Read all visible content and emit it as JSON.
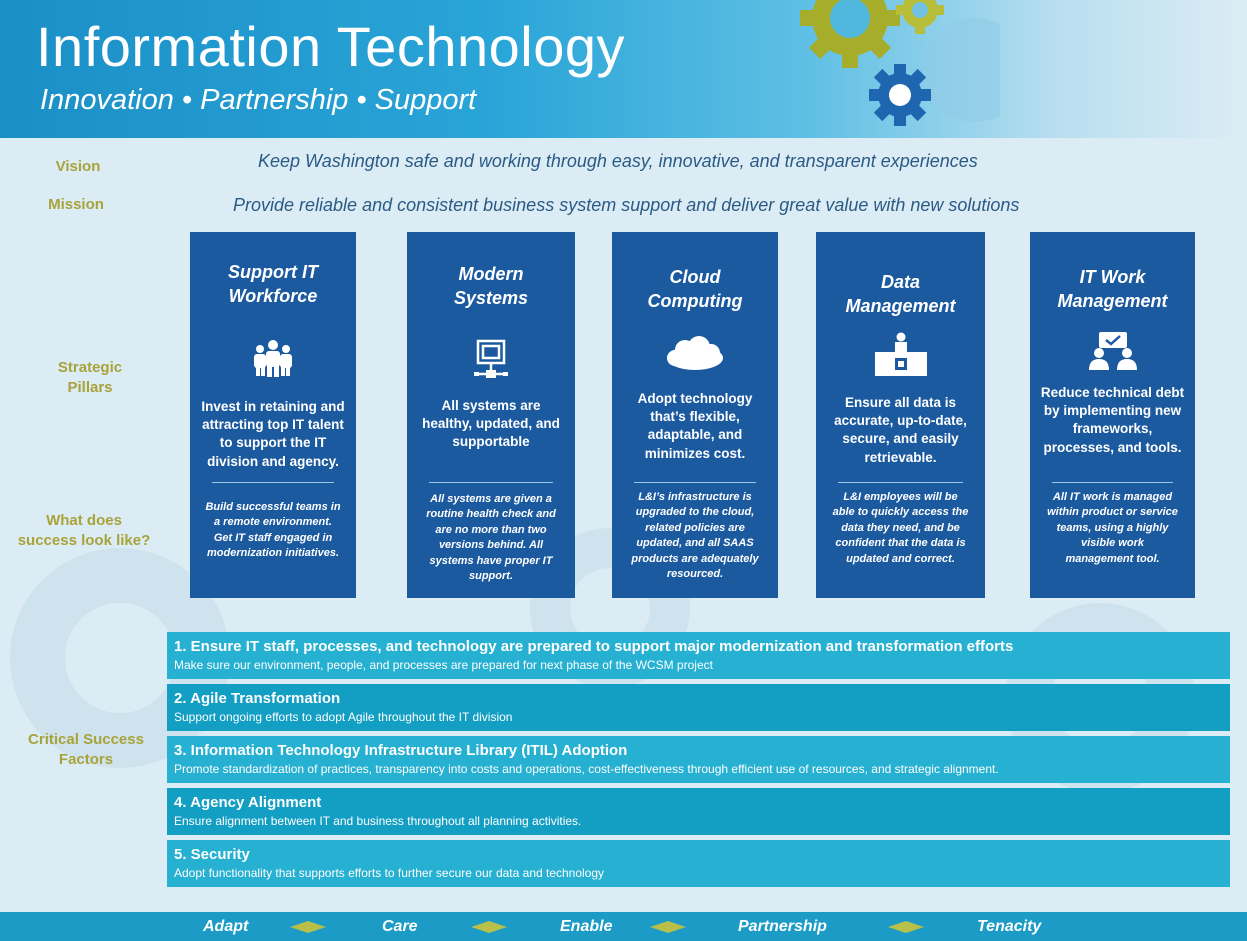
{
  "header": {
    "title": "Information Technology",
    "subtitle": "Innovation • Partnership • Support"
  },
  "labels": {
    "vision": "Vision",
    "mission": "Mission",
    "pillars_line1": "Strategic",
    "pillars_line2": "Pillars",
    "success_line1": "What does",
    "success_line2": "success look like?",
    "csf_line1": "Critical Success",
    "csf_line2": "Factors"
  },
  "vision": "Keep Washington safe and working through easy, innovative, and transparent experiences",
  "mission": "Provide reliable and consistent business system support and deliver great value with new solutions",
  "pillars": [
    {
      "title_line1": "Support IT",
      "title_line2": "Workforce",
      "icon": "people-group-icon",
      "desc": [
        "Invest in retaining and",
        "attracting top IT talent",
        "to support the IT",
        "division and agency."
      ],
      "success": [
        "Build successful teams in",
        "a remote environment.",
        "Get IT staff engaged in",
        "modernization initiatives."
      ]
    },
    {
      "title_line1": "Modern",
      "title_line2": "Systems",
      "icon": "computer-network-icon",
      "desc": [
        "All systems are",
        "healthy, updated, and",
        "supportable"
      ],
      "success": [
        "All systems are given a",
        "routine health check and",
        "are no more than two",
        "versions behind. All",
        "systems have proper IT",
        "support."
      ]
    },
    {
      "title_line1": "Cloud",
      "title_line2": "Computing",
      "icon": "cloud-icon",
      "desc": [
        "Adopt technology",
        "that’s flexible,",
        "adaptable, and",
        "minimizes cost."
      ],
      "success": [
        "L&I’s infrastructure is",
        "upgraded to the cloud,",
        "related policies are",
        "updated, and all SAAS",
        "products are adequately",
        "resourced."
      ]
    },
    {
      "title_line1": "Data",
      "title_line2": "Management",
      "icon": "data-desk-icon",
      "desc": [
        "Ensure all data is",
        "accurate, up-to-date,",
        "secure, and easily",
        "retrievable."
      ],
      "success": [
        "L&I employees will be",
        "able to quickly access the",
        "data they need, and be",
        "confident that the data is",
        "updated and correct."
      ]
    },
    {
      "title_line1": "IT Work",
      "title_line2": "Management",
      "icon": "team-meeting-icon",
      "desc": [
        "Reduce technical debt",
        "by implementing new",
        "frameworks,",
        "processes, and tools."
      ],
      "success": [
        "All IT work is managed",
        "within product or service",
        "teams, using a highly",
        "visible work",
        "management tool."
      ]
    }
  ],
  "factors": [
    {
      "title": "1. Ensure IT staff, processes, and technology are prepared to support major modernization and transformation efforts",
      "desc": "Make sure our environment, people, and processes are prepared for next phase of the WCSM project"
    },
    {
      "title": "2. Agile Transformation",
      "desc": "Support ongoing efforts to adopt Agile throughout the IT division"
    },
    {
      "title": "3. Information Technology Infrastructure Library (ITIL) Adoption",
      "desc": "Promote standardization of practices, transparency into costs and operations, cost-effectiveness through efficient use of resources, and strategic alignment."
    },
    {
      "title": "4. Agency Alignment",
      "desc": "Ensure alignment between IT and business throughout all planning activities."
    },
    {
      "title": "5. Security",
      "desc": "Adopt functionality that supports efforts to further secure our data and technology"
    }
  ],
  "values": [
    "Adapt",
    "Care",
    "Enable",
    "Partnership",
    "Tenacity"
  ],
  "colors": {
    "header_blue": "#1a8fc6",
    "pillar_blue": "#1c5aa0",
    "label_olive": "#a8a33a",
    "statement_blue": "#2a5a86",
    "factor_light": "#26b0d2",
    "factor_dark": "#139ec4",
    "gear_olive": "#a5ad2b",
    "gear_blue": "#1f66b0"
  }
}
